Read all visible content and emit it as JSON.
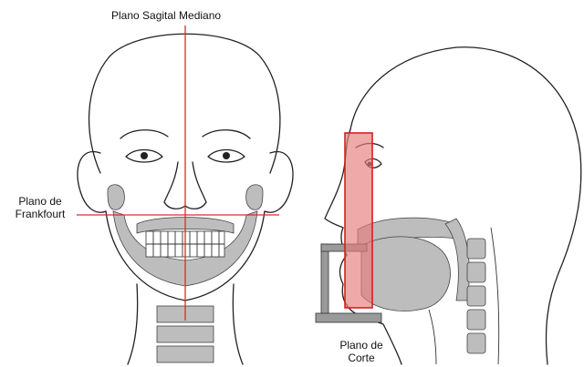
{
  "labels": {
    "sagital": "Plano Sagital Mediano",
    "frankfourt_line1": "Plano de",
    "frankfourt_line2": "Frankfourt",
    "corte_line1": "Plano de",
    "corte_line2": "Corte"
  },
  "colors": {
    "plane_line": "#e02a2a",
    "cut_fill": "#e87b7b",
    "cut_stroke": "#d42020",
    "bone": "#bdbdbd",
    "ink": "#222222"
  }
}
